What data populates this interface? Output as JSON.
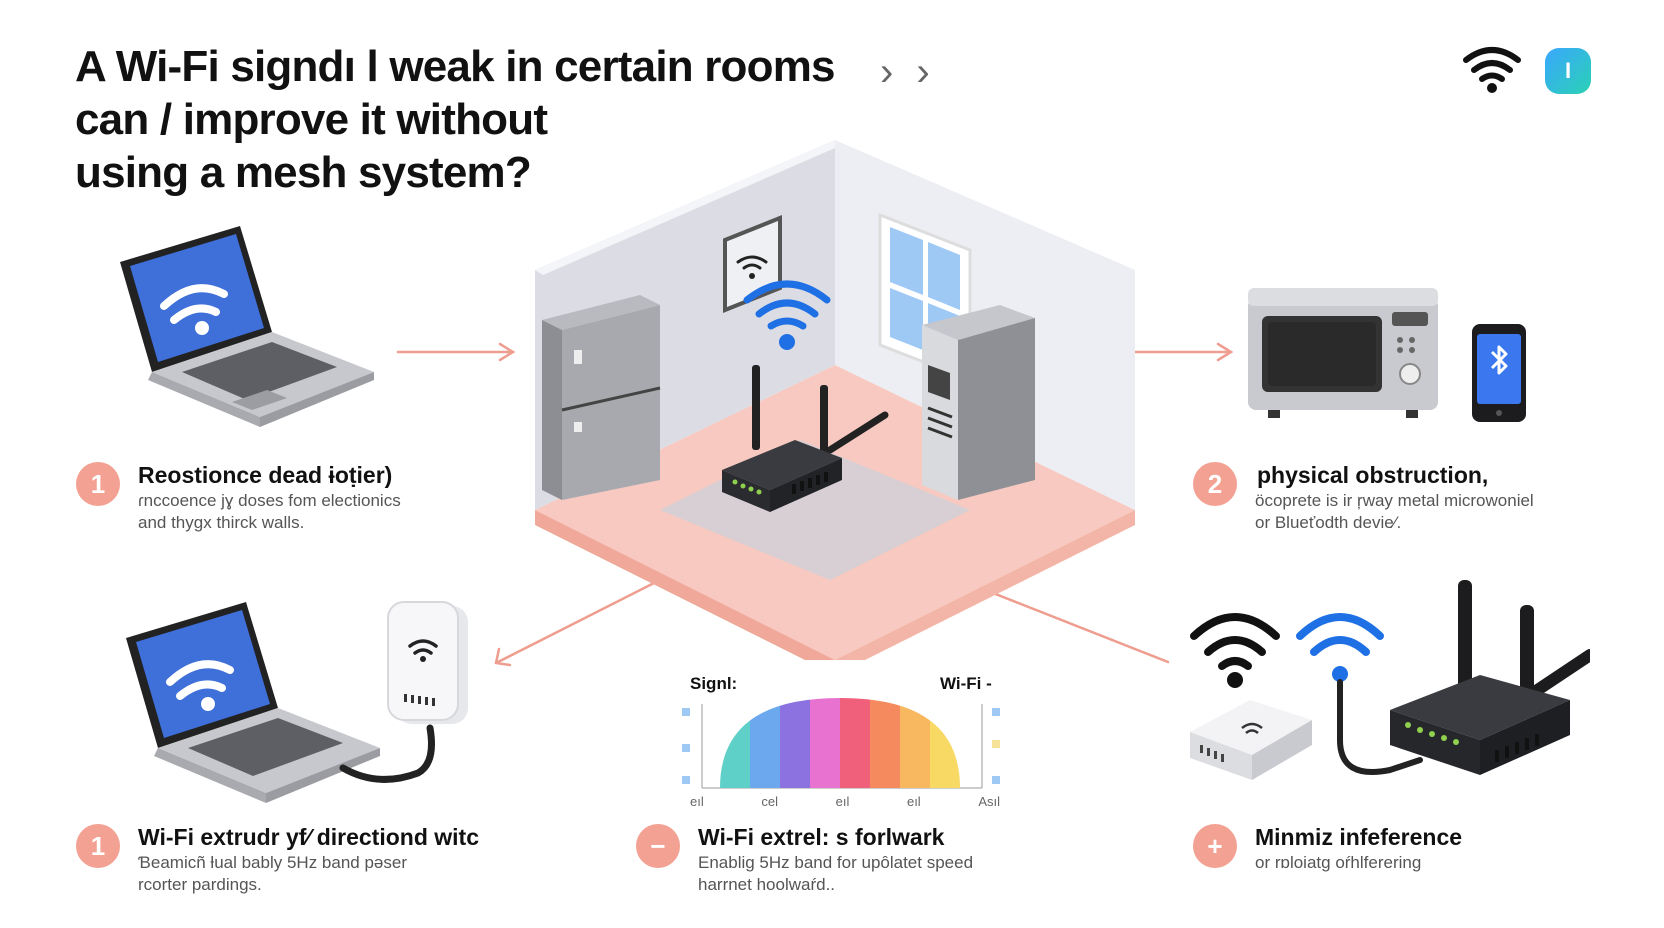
{
  "header": {
    "title_lines": [
      "A Wi-Fi signdı l weak in certain rooms",
      "can  / improve it without",
      "using a mesh system?"
    ],
    "nav_chevrons": "› ›",
    "status_icons": [
      "wifi-icon",
      "app-icon"
    ],
    "app_icon_label": "I"
  },
  "steps": [
    {
      "badge": "1",
      "title": "Reostionce  dead ɨoṭier)",
      "desc_lines": [
        "ɾnccoence jɣ doses fom electionics",
        "and thygx thirck walls."
      ]
    },
    {
      "badge": "2",
      "title": "physical obstruction,",
      "desc_lines": [
        "öcoprete is ir ŗway metal microwoniel",
        "or Blueťodth devie⁄."
      ]
    },
    {
      "badge": "1",
      "title": "Wi-Fi extrudr yf⁄ directiond witc",
      "desc_lines": [
        "Ɓeamicñ ƚual bably 5Hz band pəser",
        "rcorter pardings."
      ]
    },
    {
      "badge": "−",
      "title": "Wi-Fi extrel: s forlwark",
      "desc_lines": [
        "Enablig 5Hz band for upȏlatet speed",
        "harrnet hoolwaŕd.."
      ]
    },
    {
      "badge": "+",
      "title": "Minmiz infeference",
      "desc_lines": [
        "or rɒloiatg oŕhlferering"
      ]
    }
  ],
  "chart": {
    "left_label": "Signl:",
    "right_label": "Wi-Fi -",
    "x_labels": [
      "eıl",
      "cel",
      "eıl",
      "eıl",
      "Asıl"
    ]
  },
  "colors": {
    "accent": "#f3a192",
    "wifi_blue": "#1f6fe5",
    "screen_blue": "#3f6fd8",
    "floor_pink": "#f7c9c0",
    "arrow": "#ee9d8e"
  }
}
